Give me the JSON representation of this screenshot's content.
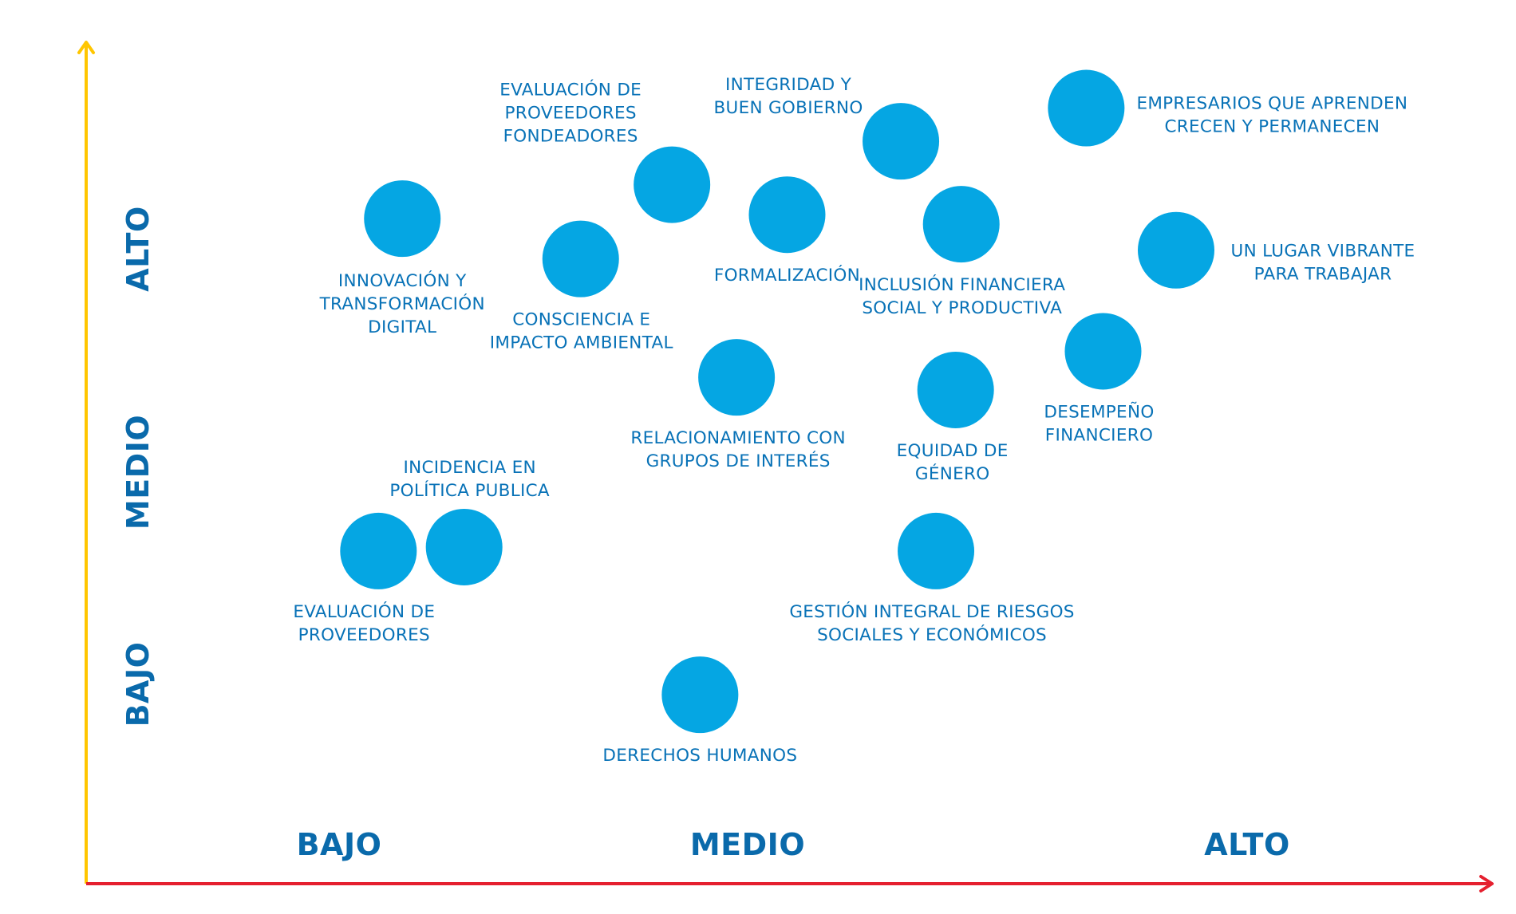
{
  "colors": {
    "bubble": "#05a6e3",
    "label": "#0872b7",
    "axis_level": "#0a6aab",
    "y_axis": "#ffc600",
    "x_axis": "#e5202f",
    "background": "#ffffff"
  },
  "chart_data": {
    "type": "scatter",
    "title": "",
    "xlabel": "",
    "ylabel": "",
    "x_levels": [
      "BAJO",
      "MEDIO",
      "ALTO"
    ],
    "y_levels": [
      "BAJO",
      "MEDIO",
      "ALTO"
    ],
    "xlim": [
      0,
      100
    ],
    "ylim": [
      0,
      100
    ],
    "grid": false,
    "legend": "none",
    "points": [
      {
        "label": "INNOVACIÓN Y TRANSFORMACIÓN DIGITAL",
        "x": 22.4,
        "y": 81.4
      },
      {
        "label": "EVALUACIÓN DE PROVEEDORES FONDEADORES",
        "x": 41.6,
        "y": 85.7
      },
      {
        "label": "CONSCIENCIA E IMPACTO AMBIENTAL",
        "x": 35.1,
        "y": 76.3
      },
      {
        "label": "FORMALIZACIÓN",
        "x": 49.8,
        "y": 81.9
      },
      {
        "label": "INTEGRIDAD Y BUEN GOBIERNO",
        "x": 57.9,
        "y": 91.2
      },
      {
        "label": "INCLUSIÓN FINANCIERA SOCIAL Y PRODUCTIVA",
        "x": 62.2,
        "y": 80.7
      },
      {
        "label": "EMPRESARIOS QUE APRENDEN CRECEN Y PERMANECEN",
        "x": 71.1,
        "y": 95.4
      },
      {
        "label": "UN LUGAR VIBRANTE PARA TRABAJAR",
        "x": 77.5,
        "y": 77.4
      },
      {
        "label": "DESEMPEÑO FINANCIERO",
        "x": 72.3,
        "y": 64.6
      },
      {
        "label": "EQUIDAD DE GÉNERO",
        "x": 61.8,
        "y": 59.7
      },
      {
        "label": "RELACIONAMIENTO CON GRUPOS DE INTERÉS",
        "x": 46.2,
        "y": 61.3
      },
      {
        "label": "INCIDENCIA EN POLÍTICA PUBLICA",
        "x": 26.8,
        "y": 39.8
      },
      {
        "label": "EVALUACIÓN DE PROVEEDORES",
        "x": 20.7,
        "y": 39.3
      },
      {
        "label": "GESTIÓN INTEGRAL DE RIESGOS SOCIALES Y ECONÓMICOS",
        "x": 60.4,
        "y": 39.3
      },
      {
        "label": "DERECHOS HUMANOS",
        "x": 43.6,
        "y": 21.1
      }
    ]
  }
}
